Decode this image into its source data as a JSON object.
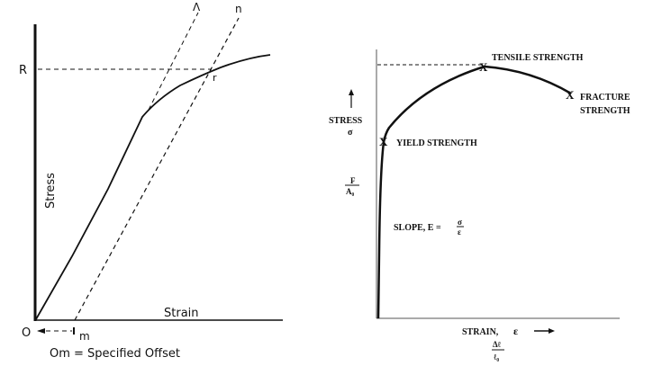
{
  "left_diagram": {
    "y_axis_label": "Stress",
    "x_axis_label": "Strain",
    "origin_label": "O",
    "offset_point_label": "m",
    "stress_level_label": "R",
    "line_labels": [
      "Λ",
      "n"
    ],
    "intersection_label": "r",
    "caption": "Om = Specified Offset"
  },
  "right_diagram": {
    "y_axis_label": "STRESS",
    "y_axis_symbol": "σ",
    "y_axis_formula_num": "F",
    "y_axis_formula_den": "A₀",
    "x_axis_label": "STRAIN,",
    "x_axis_symbol": "ε",
    "x_axis_formula_num": "Δℓ",
    "x_axis_formula_den": "ℓ₀",
    "tensile_label": "TENSILE STRENGTH",
    "fracture_label_1": "FRACTURE",
    "fracture_label_2": "STRENGTH",
    "yield_label": "YIELD STRENGTH",
    "slope_label": "SLOPE,  E =",
    "slope_num": "σ",
    "slope_den": "ε",
    "marker": "X"
  }
}
